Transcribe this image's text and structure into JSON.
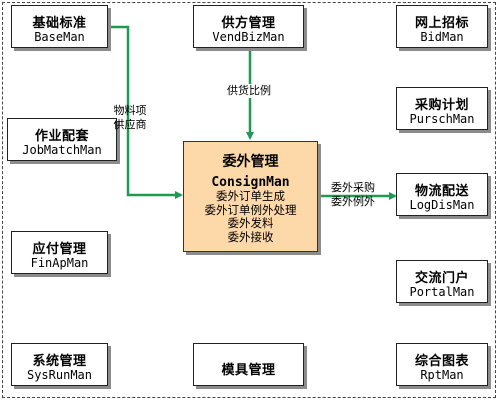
{
  "modules": {
    "baseman": {
      "title": "基础标准",
      "code": "BaseMan"
    },
    "vendbizman": {
      "title": "供方管理",
      "code": "VendBizMan"
    },
    "bidman": {
      "title": "网上招标",
      "code": "BidMan"
    },
    "jobmatchman": {
      "title": "作业配套",
      "code": "JobMatchMan"
    },
    "purschman": {
      "title": "采购计划",
      "code": "PurschMan"
    },
    "logdisman": {
      "title": "物流配送",
      "code": "LogDisMan"
    },
    "finapman": {
      "title": "应付管理",
      "code": "FinApMan"
    },
    "portalman": {
      "title": "交流门户",
      "code": "PortalMan"
    },
    "sysrunman": {
      "title": "系统管理",
      "code": "SysRunMan"
    },
    "mold": {
      "title": "模具管理"
    },
    "rptman": {
      "title": "综合图表",
      "code": "RptMan"
    }
  },
  "center": {
    "title": "委外管理",
    "code": "ConsignMan",
    "functions": [
      "委外订单生成",
      "委外订单例外处理",
      "委外发料",
      "委外接收"
    ]
  },
  "flows": {
    "base_to_center": [
      "物料项",
      "供应商"
    ],
    "vend_to_center": "供货比例",
    "center_to_log": [
      "委外采购",
      "委外例外"
    ]
  },
  "colors": {
    "arrow": "#1f9a52",
    "center_fill": "#fdd8a9"
  }
}
